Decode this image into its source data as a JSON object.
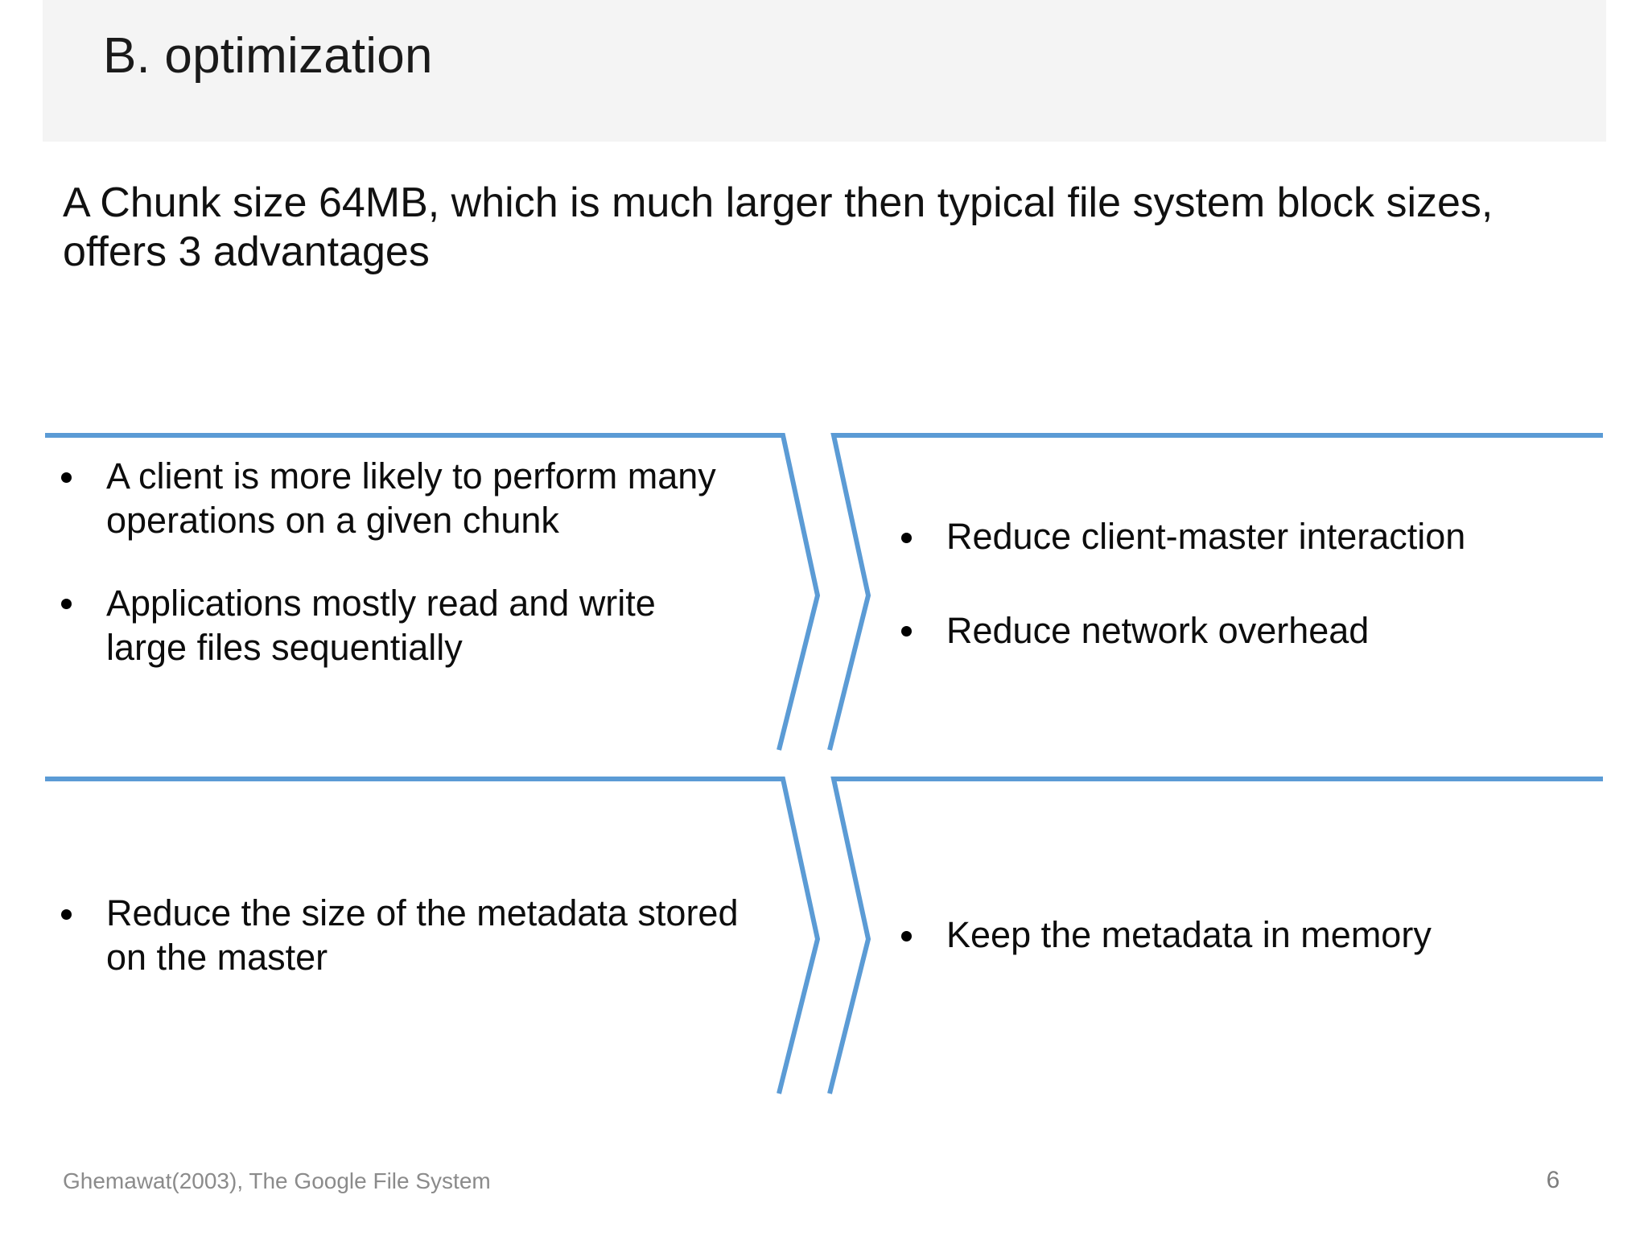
{
  "slide": {
    "title": "B. optimization",
    "subtitle": "A Chunk size 64MB, which is much larger then typical file system block sizes, offers 3 advantages",
    "page_number": "6",
    "source_citation": "Ghemawat(2003), The Google File System"
  },
  "colors": {
    "chevron_outline": "#5B9BD5",
    "title_band_background": "#F4F4F4",
    "body_text": "#0D0D0D",
    "footer_text": "#8B8B8B"
  },
  "diagram": {
    "type": "two-row-chevron-pairs",
    "rows": [
      {
        "cause": {
          "bullets": [
            "A client is more likely to perform many operations on a given chunk",
            "Applications mostly read and write large files sequentially"
          ]
        },
        "effect": {
          "bullets": [
            "Reduce client-master interaction",
            "Reduce network overhead"
          ]
        }
      },
      {
        "cause": {
          "bullets": [
            "Reduce the size of the metadata stored on the master"
          ]
        },
        "effect": {
          "bullets": [
            "Keep the metadata in memory"
          ]
        }
      }
    ]
  }
}
